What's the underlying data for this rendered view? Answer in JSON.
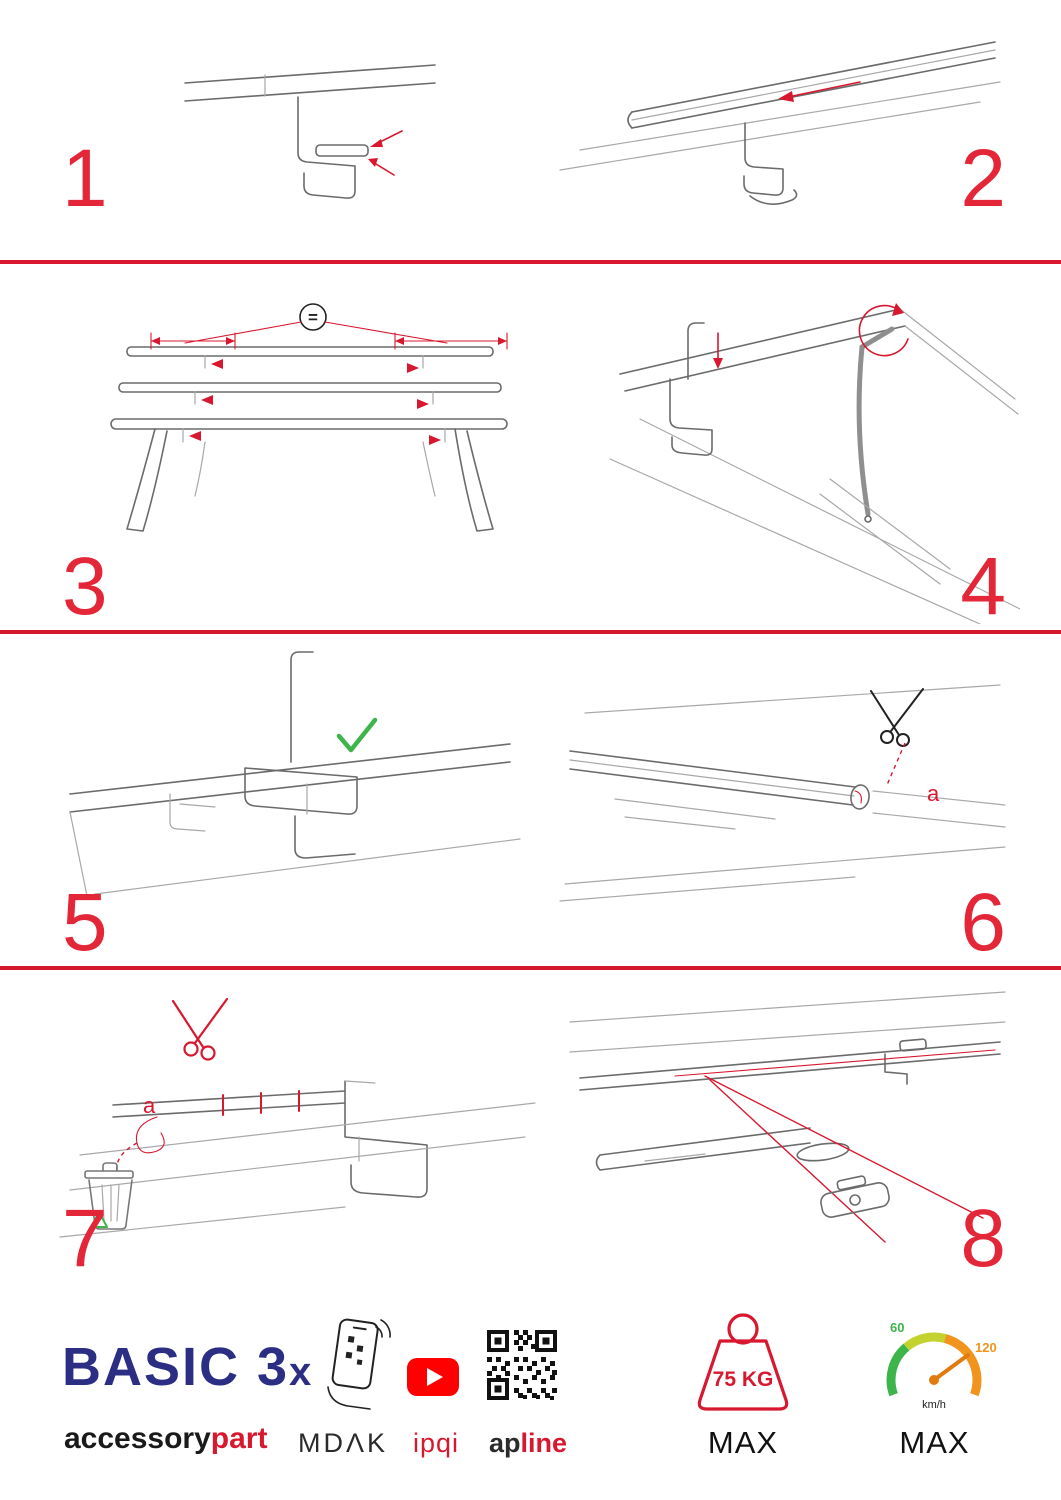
{
  "steps": [
    {
      "number": "1"
    },
    {
      "number": "2"
    },
    {
      "number": "3",
      "equal_label": "="
    },
    {
      "number": "4"
    },
    {
      "number": "5"
    },
    {
      "number": "6",
      "cut_label": "a"
    },
    {
      "number": "7",
      "cut_label": "a"
    },
    {
      "number": "8"
    }
  ],
  "footer": {
    "product_name": "BASIC 3",
    "product_suffix": "x",
    "brand": {
      "black": "accessory",
      "red": "part"
    },
    "mdak_label": "MDΛK",
    "ipqi_label": "ipqi",
    "apline": {
      "black": "ap",
      "red": "line"
    },
    "weight": {
      "value": "75 KG",
      "max_label": "MAX"
    },
    "speed": {
      "low": "60",
      "high": "120",
      "unit": "km/h",
      "max_label": "MAX"
    }
  },
  "colors": {
    "accent_red": "#d8182f",
    "step_number_red": "#e32638",
    "brand_blue": "#2b2e83",
    "check_green": "#3cb54a",
    "gauge_green": "#3db54a",
    "gauge_orange": "#f0941d",
    "youtube_red": "#ff0000"
  }
}
